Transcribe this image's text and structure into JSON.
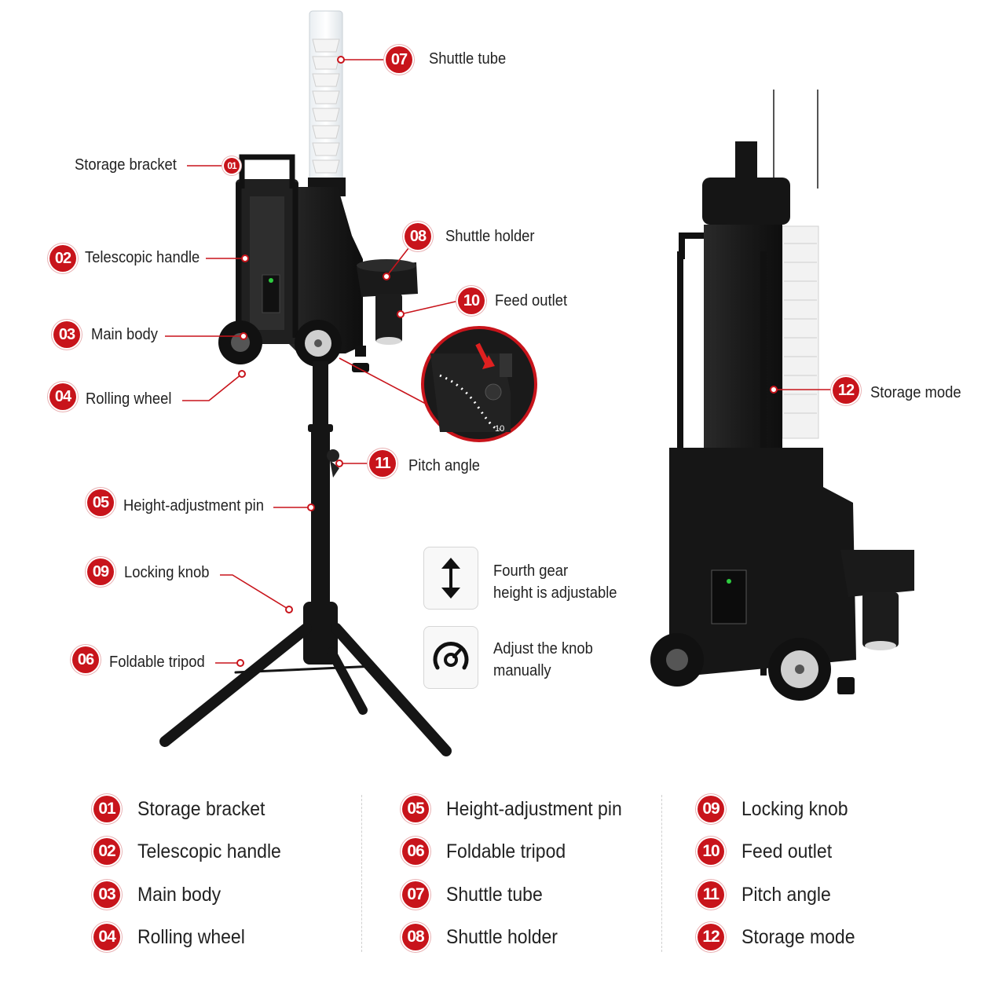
{
  "callouts": {
    "storage_bracket": {
      "num": "01",
      "label": "Storage bracket"
    },
    "telescopic_handle": {
      "num": "02",
      "label": "Telescopic handle"
    },
    "main_body": {
      "num": "03",
      "label": "Main body"
    },
    "rolling_wheel": {
      "num": "04",
      "label": "Rolling wheel"
    },
    "height_pin": {
      "num": "05",
      "label": "Height-adjustment pin"
    },
    "foldable_tripod": {
      "num": "06",
      "label": "Foldable tripod"
    },
    "shuttle_tube": {
      "num": "07",
      "label": "Shuttle tube"
    },
    "shuttle_holder": {
      "num": "08",
      "label": "Shuttle holder"
    },
    "locking_knob": {
      "num": "09",
      "label": "Locking knob"
    },
    "feed_outlet": {
      "num": "10",
      "label": "Feed outlet"
    },
    "pitch_angle": {
      "num": "11",
      "label": "Pitch angle"
    },
    "storage_mode": {
      "num": "12",
      "label": "Storage mode"
    }
  },
  "features": [
    {
      "icon": "up-down-arrow-icon",
      "line1": "Fourth gear",
      "line2": "height is adjustable"
    },
    {
      "icon": "gauge-knob-icon",
      "line1": "Adjust the knob",
      "line2": "manually"
    }
  ],
  "zoom_scale_label": "10",
  "legend": [
    {
      "num": "01",
      "label": "Storage bracket"
    },
    {
      "num": "02",
      "label": "Telescopic handle"
    },
    {
      "num": "03",
      "label": "Main body"
    },
    {
      "num": "04",
      "label": "Rolling wheel"
    },
    {
      "num": "05",
      "label": "Height-adjustment pin"
    },
    {
      "num": "06",
      "label": "Foldable tripod"
    },
    {
      "num": "07",
      "label": "Shuttle tube"
    },
    {
      "num": "08",
      "label": "Shuttle holder"
    },
    {
      "num": "09",
      "label": "Locking knob"
    },
    {
      "num": "10",
      "label": "Feed outlet"
    },
    {
      "num": "11",
      "label": "Pitch angle"
    },
    {
      "num": "12",
      "label": "Storage mode"
    }
  ],
  "colors": {
    "accent": "#c8141b",
    "product": "#1b1b1b",
    "background": "#ffffff"
  }
}
